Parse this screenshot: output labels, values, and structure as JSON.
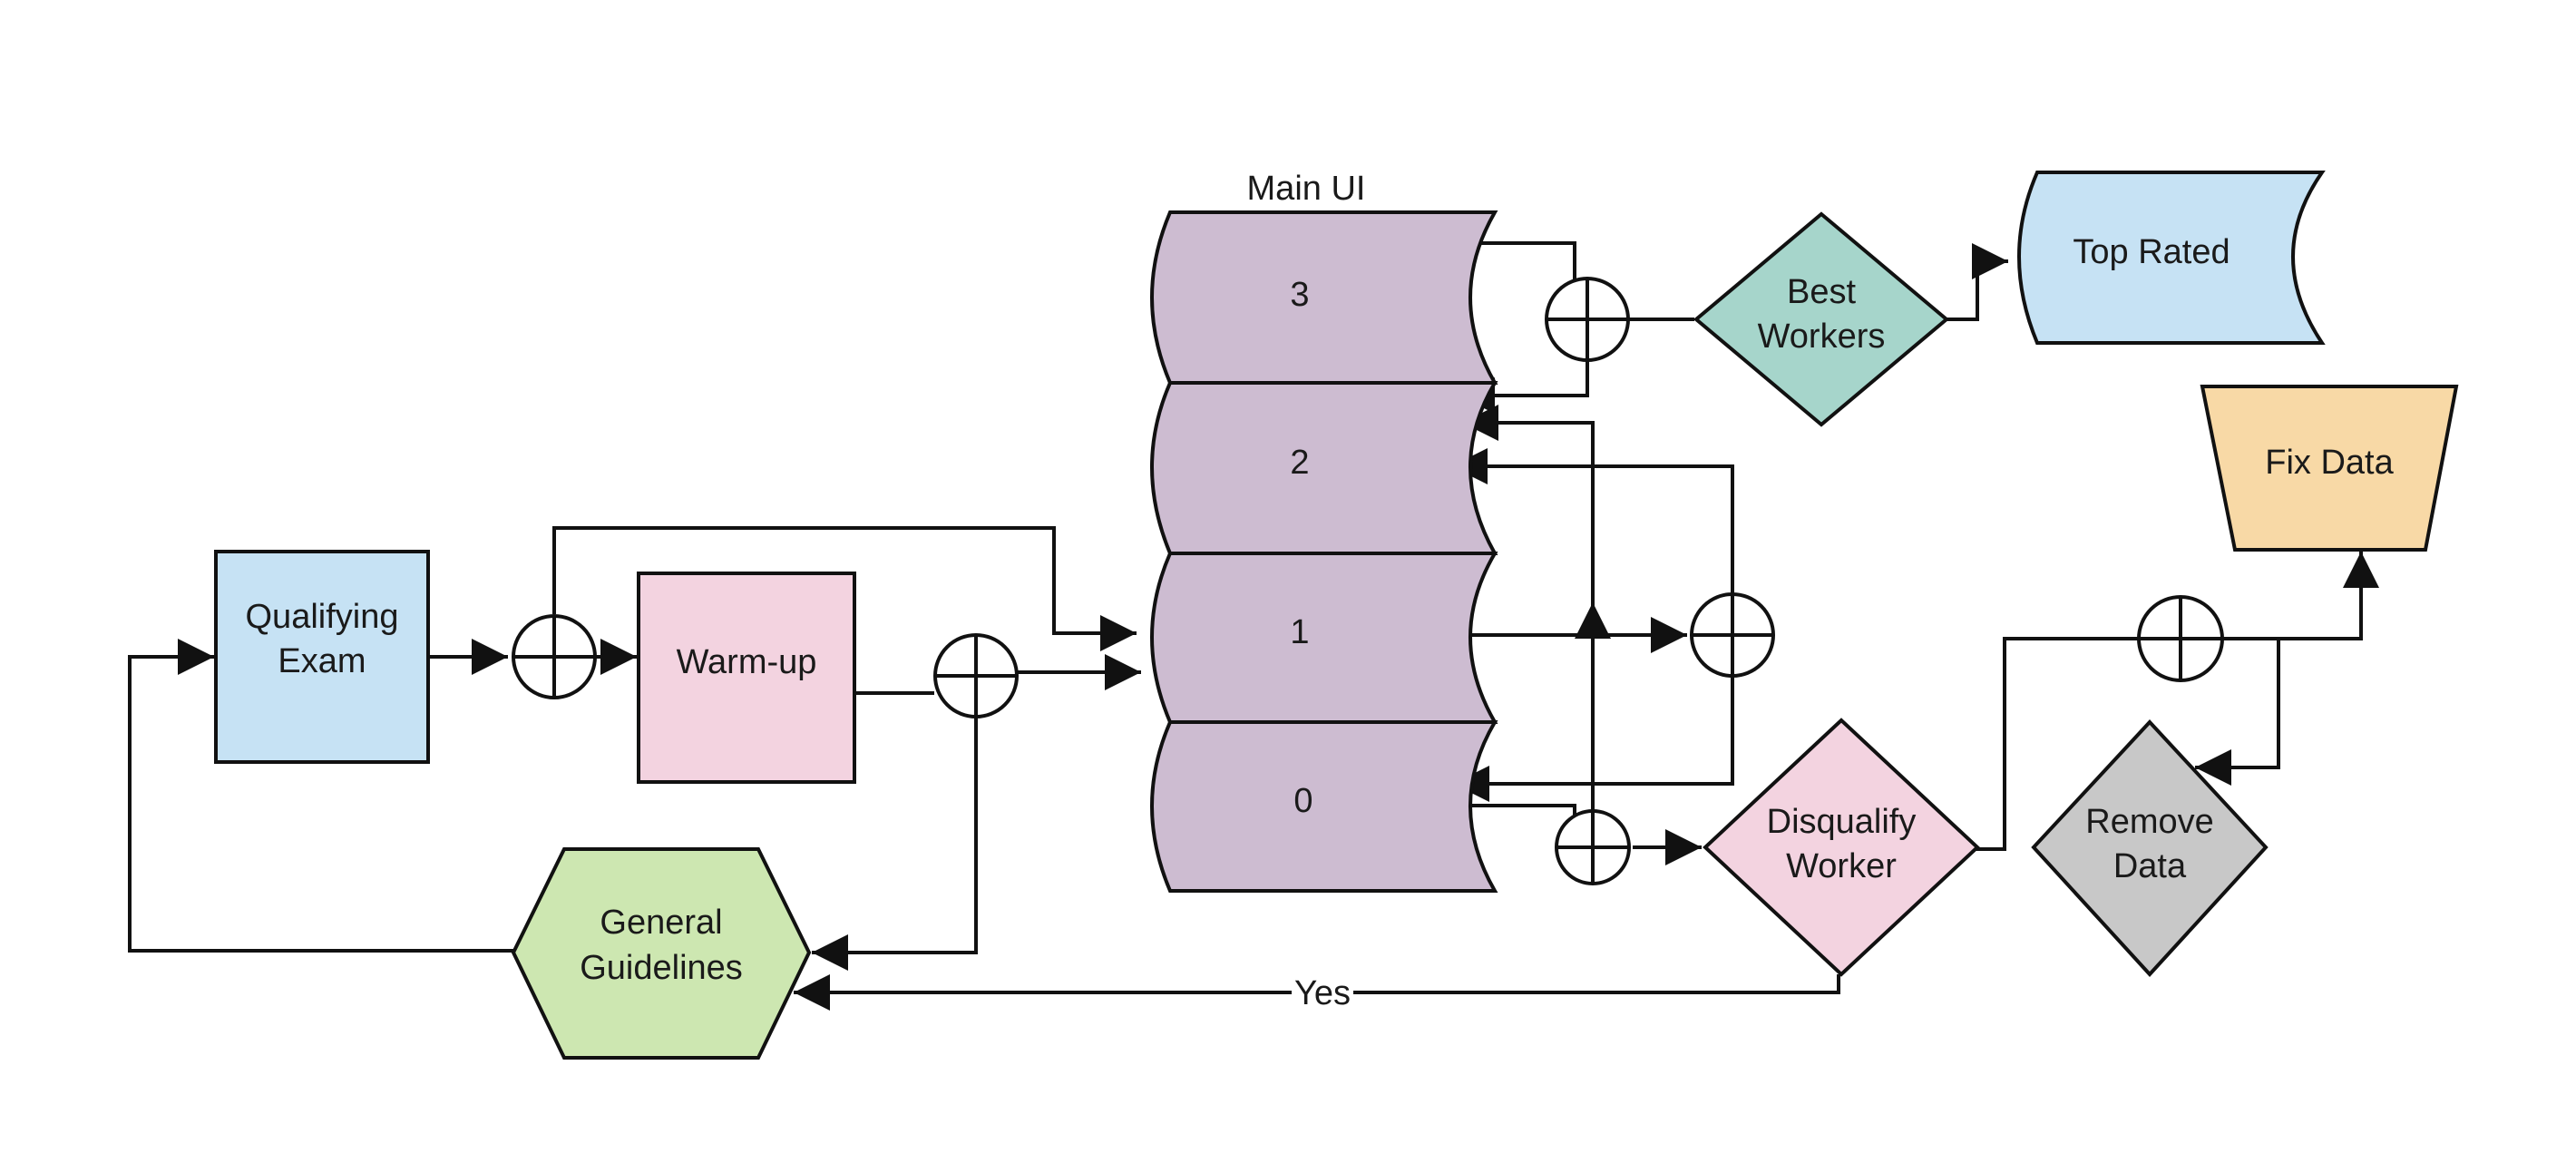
{
  "diagram": {
    "title": "Main UI",
    "colors": {
      "blue": "#c6e2f4",
      "pink": "#f3d3e0",
      "green": "#cde7b1",
      "teal": "#a6d5cb",
      "purple": "#cdbcd1",
      "orange": "#f8d9a6",
      "gray": "#c8c8c8"
    },
    "nodes": {
      "qualifying_exam": {
        "line1": "Qualifying",
        "line2": "Exam"
      },
      "warmup": {
        "label": "Warm-up"
      },
      "general_guidelines": {
        "line1": "General",
        "line2": "Guidelines"
      },
      "level_3": {
        "label": "3"
      },
      "level_2": {
        "label": "2"
      },
      "level_1": {
        "label": "1"
      },
      "level_0": {
        "label": "0"
      },
      "best_workers": {
        "line1": "Best",
        "line2": "Workers"
      },
      "top_rated": {
        "label": "Top Rated"
      },
      "fix_data": {
        "label": "Fix Data"
      },
      "disqualify_worker": {
        "line1": "Disqualify",
        "line2": "Worker"
      },
      "remove_data": {
        "line1": "Remove",
        "line2": "Data"
      }
    },
    "edge_labels": {
      "yes": "Yes"
    }
  }
}
